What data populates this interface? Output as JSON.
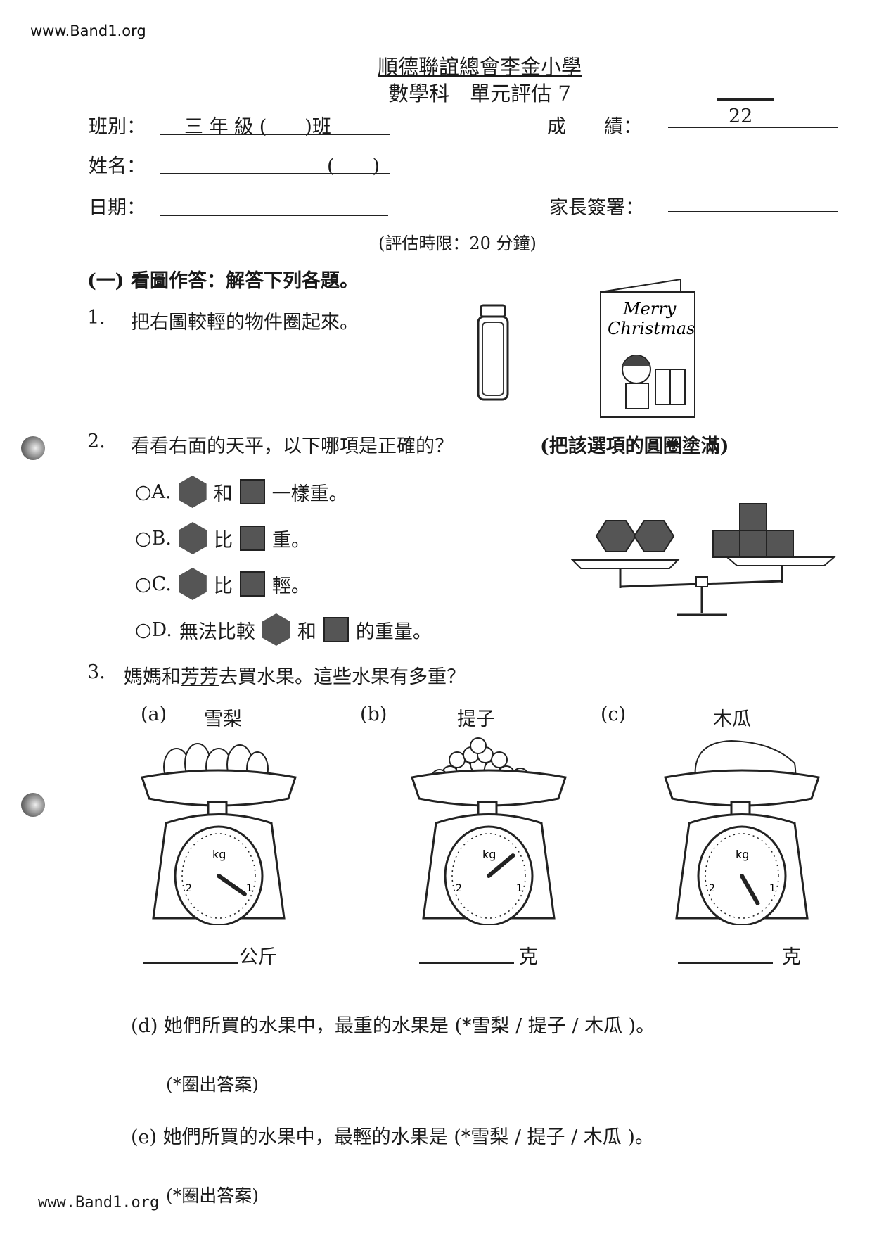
{
  "watermark_top": "www.Band1.org",
  "watermark_bottom": "www.Band1.org",
  "header": {
    "school": "順德聯誼總會李金小學",
    "subject": "數學科　單元評估 7",
    "class_label": "班別：",
    "class_value": "三 年 級 (　　)班",
    "score_label": "成　　績：",
    "score_value": "22",
    "name_label": "姓名：",
    "name_paren": "(　　)",
    "date_label": "日期：",
    "parent_label": "家長簽署：",
    "time_limit": "(評估時限：20 分鐘)"
  },
  "section1": {
    "heading": "(一) 看圖作答：解答下列各題。",
    "q1": {
      "num": "1.",
      "text": "把右圖較輕的物件圈起來。",
      "card_text": "Merry Christmas"
    },
    "q2": {
      "num": "2.",
      "text": "看看右面的天平，以下哪項是正確的？",
      "hint": "(把該選項的圓圈塗滿)",
      "options": [
        {
          "label": "○A.",
          "pre": "",
          "mid": "和",
          "post": "一樣重。"
        },
        {
          "label": "○B.",
          "pre": "",
          "mid": "比",
          "post": "重。"
        },
        {
          "label": "○C.",
          "pre": "",
          "mid": "比",
          "post": "輕。"
        },
        {
          "label": "○D.",
          "pre": "無法比較",
          "mid": "和",
          "post": "的重量。"
        }
      ]
    },
    "q3": {
      "num": "3.",
      "text_a": "媽媽和",
      "name": "芳芳",
      "text_b": "去買水果。這些水果有多重？",
      "items": [
        {
          "tag": "(a)",
          "fruit": "雪梨",
          "unit": "公斤"
        },
        {
          "tag": "(b)",
          "fruit": "提子",
          "unit": "克"
        },
        {
          "tag": "(c)",
          "fruit": "木瓜",
          "unit": "克"
        }
      ],
      "d": "(d) 她們所買的水果中，最重的水果是 (*雪梨 / 提子 / 木瓜 )。",
      "e": "(e) 她們所買的水果中，最輕的水果是 (*雪梨 / 提子 / 木瓜 )。",
      "note": "(*圈出答案)",
      "dial_unit": "kg"
    }
  }
}
